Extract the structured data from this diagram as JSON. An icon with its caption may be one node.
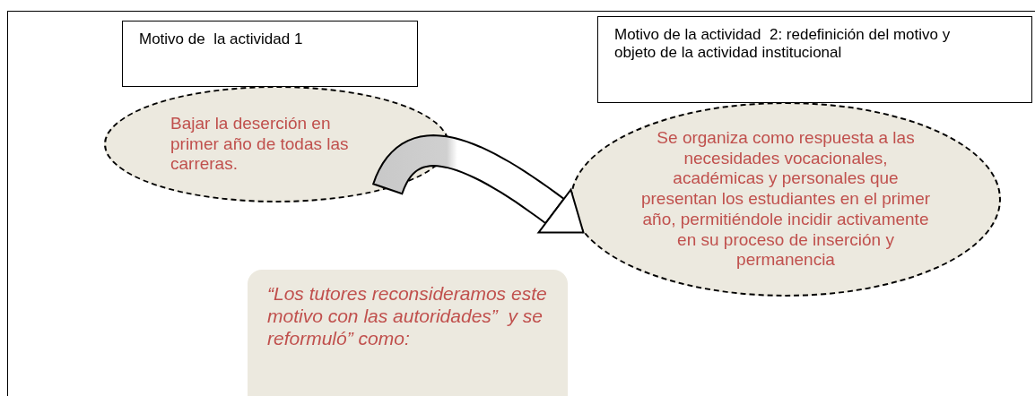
{
  "diagram": {
    "nodes": [
      {
        "text": [],
        "shape": "box"
      },
      {
        "text": [
          "Motivo de  la actividad 1"
        ],
        "in": 0
      },
      {
        "text": [
          "Bajar la deserción en primer año de todas las carreras."
        ],
        "in": 0
      },
      {
        "text": [
          "Motivo de la actividad  2: redefinición del motivo y objeto de la actividad institucional"
        ],
        "in": 0
      },
      {
        "text": [
          "Se organiza como respuesta a las necesidades vocacionales, académicas y personales que presentan los estudiantes en el primer año, permitiéndole incidir activamente en su proceso de inserción y permanencia"
        ],
        "in": 0
      },
      {
        "text": [
          "“Los tutores reconsideramos este motivo con las autoridades”  y se reformuló” como:"
        ],
        "in": 0
      }
    ],
    "edges": [
      {
        "from": 2,
        "to": 4,
        "arrow": "to"
      }
    ]
  }
}
